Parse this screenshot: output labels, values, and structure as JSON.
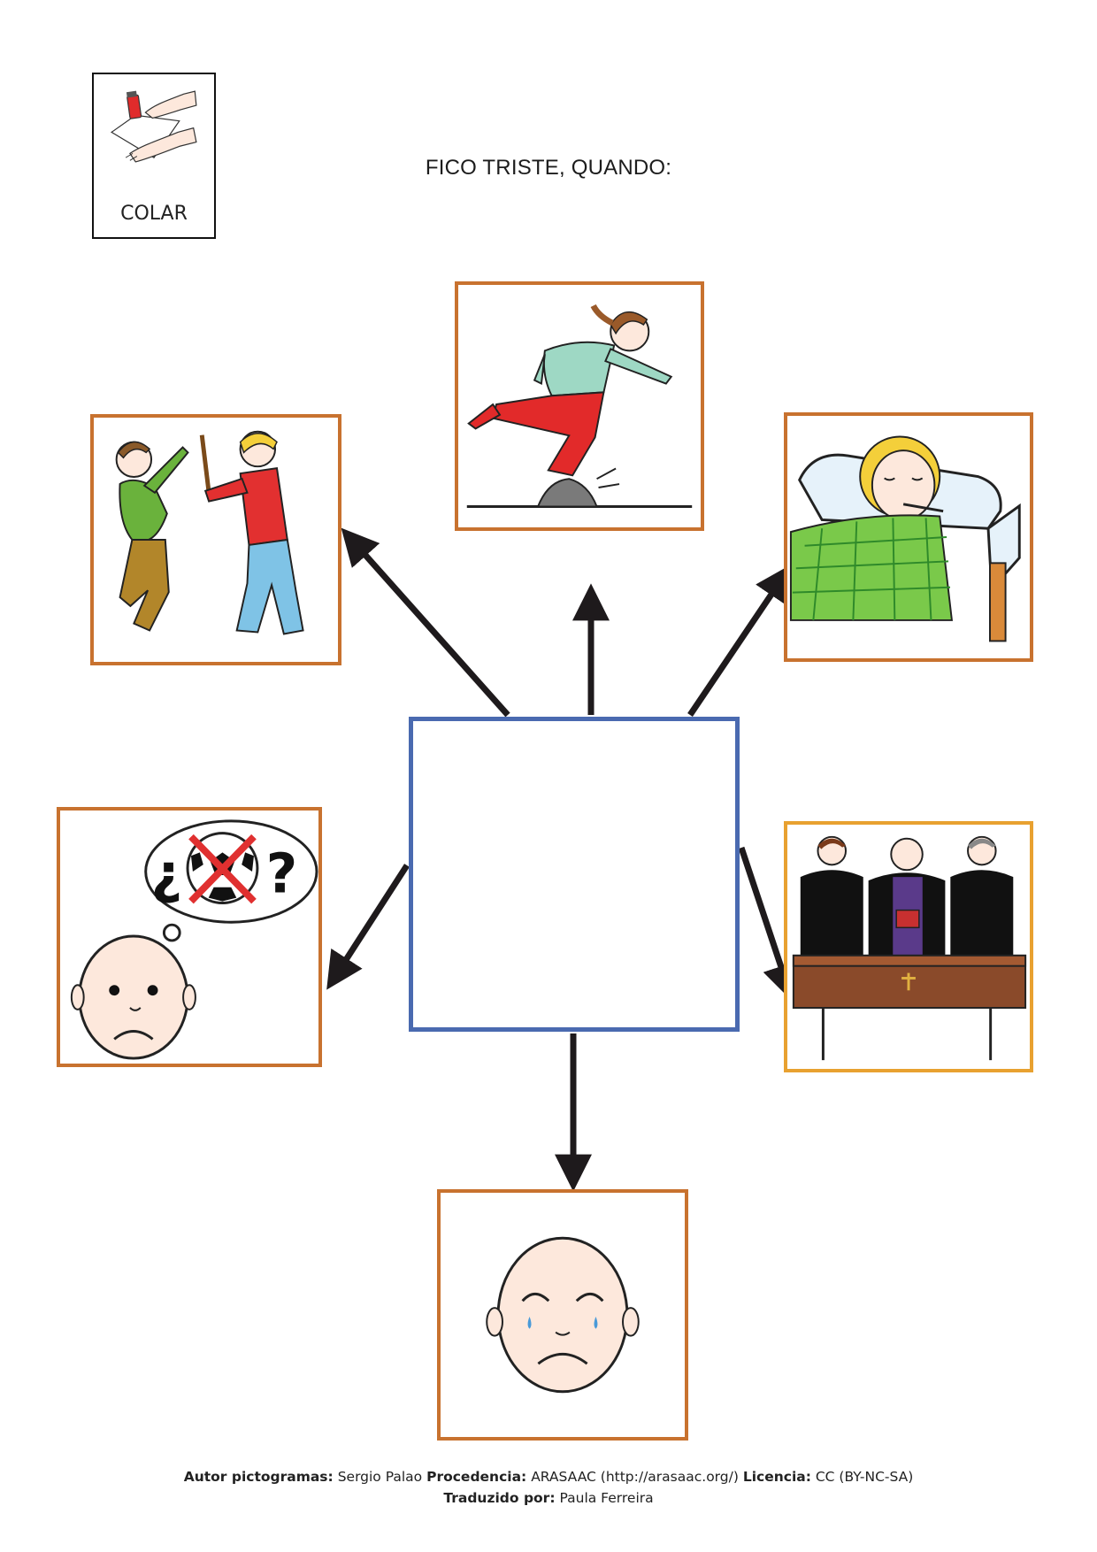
{
  "instruction_card": {
    "label": "COLAR",
    "icon": "glue-stick-icon"
  },
  "title": "FICO TRISTE, QUANDO:",
  "pictograms": [
    {
      "name": "being-hit",
      "icon": "fight-icon"
    },
    {
      "name": "falling",
      "icon": "trip-over-rock-icon"
    },
    {
      "name": "being-sick",
      "icon": "sick-in-bed-icon"
    },
    {
      "name": "not-playing-football",
      "icon": "thinking-no-football-icon"
    },
    {
      "name": "funeral",
      "icon": "funeral-icon"
    },
    {
      "name": "crying",
      "icon": "crying-face-icon"
    }
  ],
  "footer": {
    "line1": {
      "author_label": "Autor pictogramas:",
      "author_value": "Sergio Palao",
      "source_label": "Procedencia:",
      "source_value": "ARASAAC (http://arasaac.org/)",
      "license_label": "Licencia:",
      "license_value": "CC (BY-NC-SA)"
    },
    "line2": {
      "translated_label": "Traduzido por:",
      "translated_value": "Paula Ferreira"
    }
  },
  "colors": {
    "card_border": "#c8722f",
    "card_border_alt": "#e8a130",
    "center_border": "#4a6ab0",
    "arrow": "#1e1a1c"
  }
}
